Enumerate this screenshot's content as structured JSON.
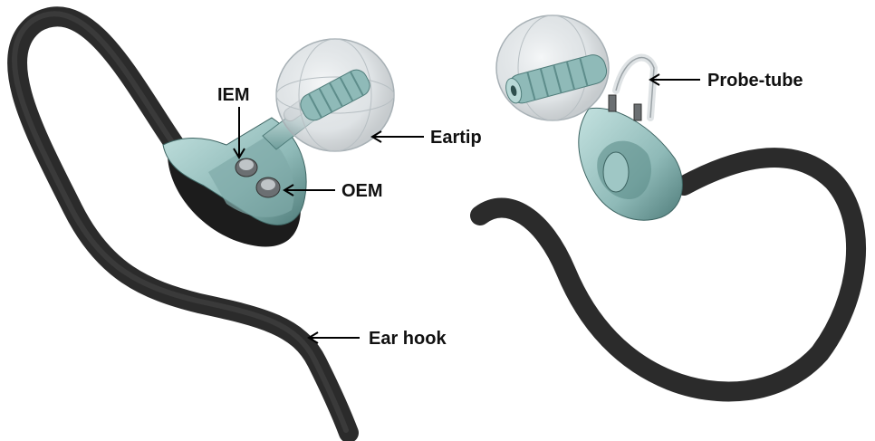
{
  "labels": {
    "iem": "IEM",
    "oem": "OEM",
    "eartip": "Eartip",
    "ear_hook": "Ear hook",
    "probe_tube": "Probe-tube"
  },
  "colors": {
    "hook": "#2b2b2b",
    "body": "#9fc7c5",
    "body_dark": "#5e8d8b",
    "eartip": "#d7dde0",
    "arrow": "#000000"
  }
}
